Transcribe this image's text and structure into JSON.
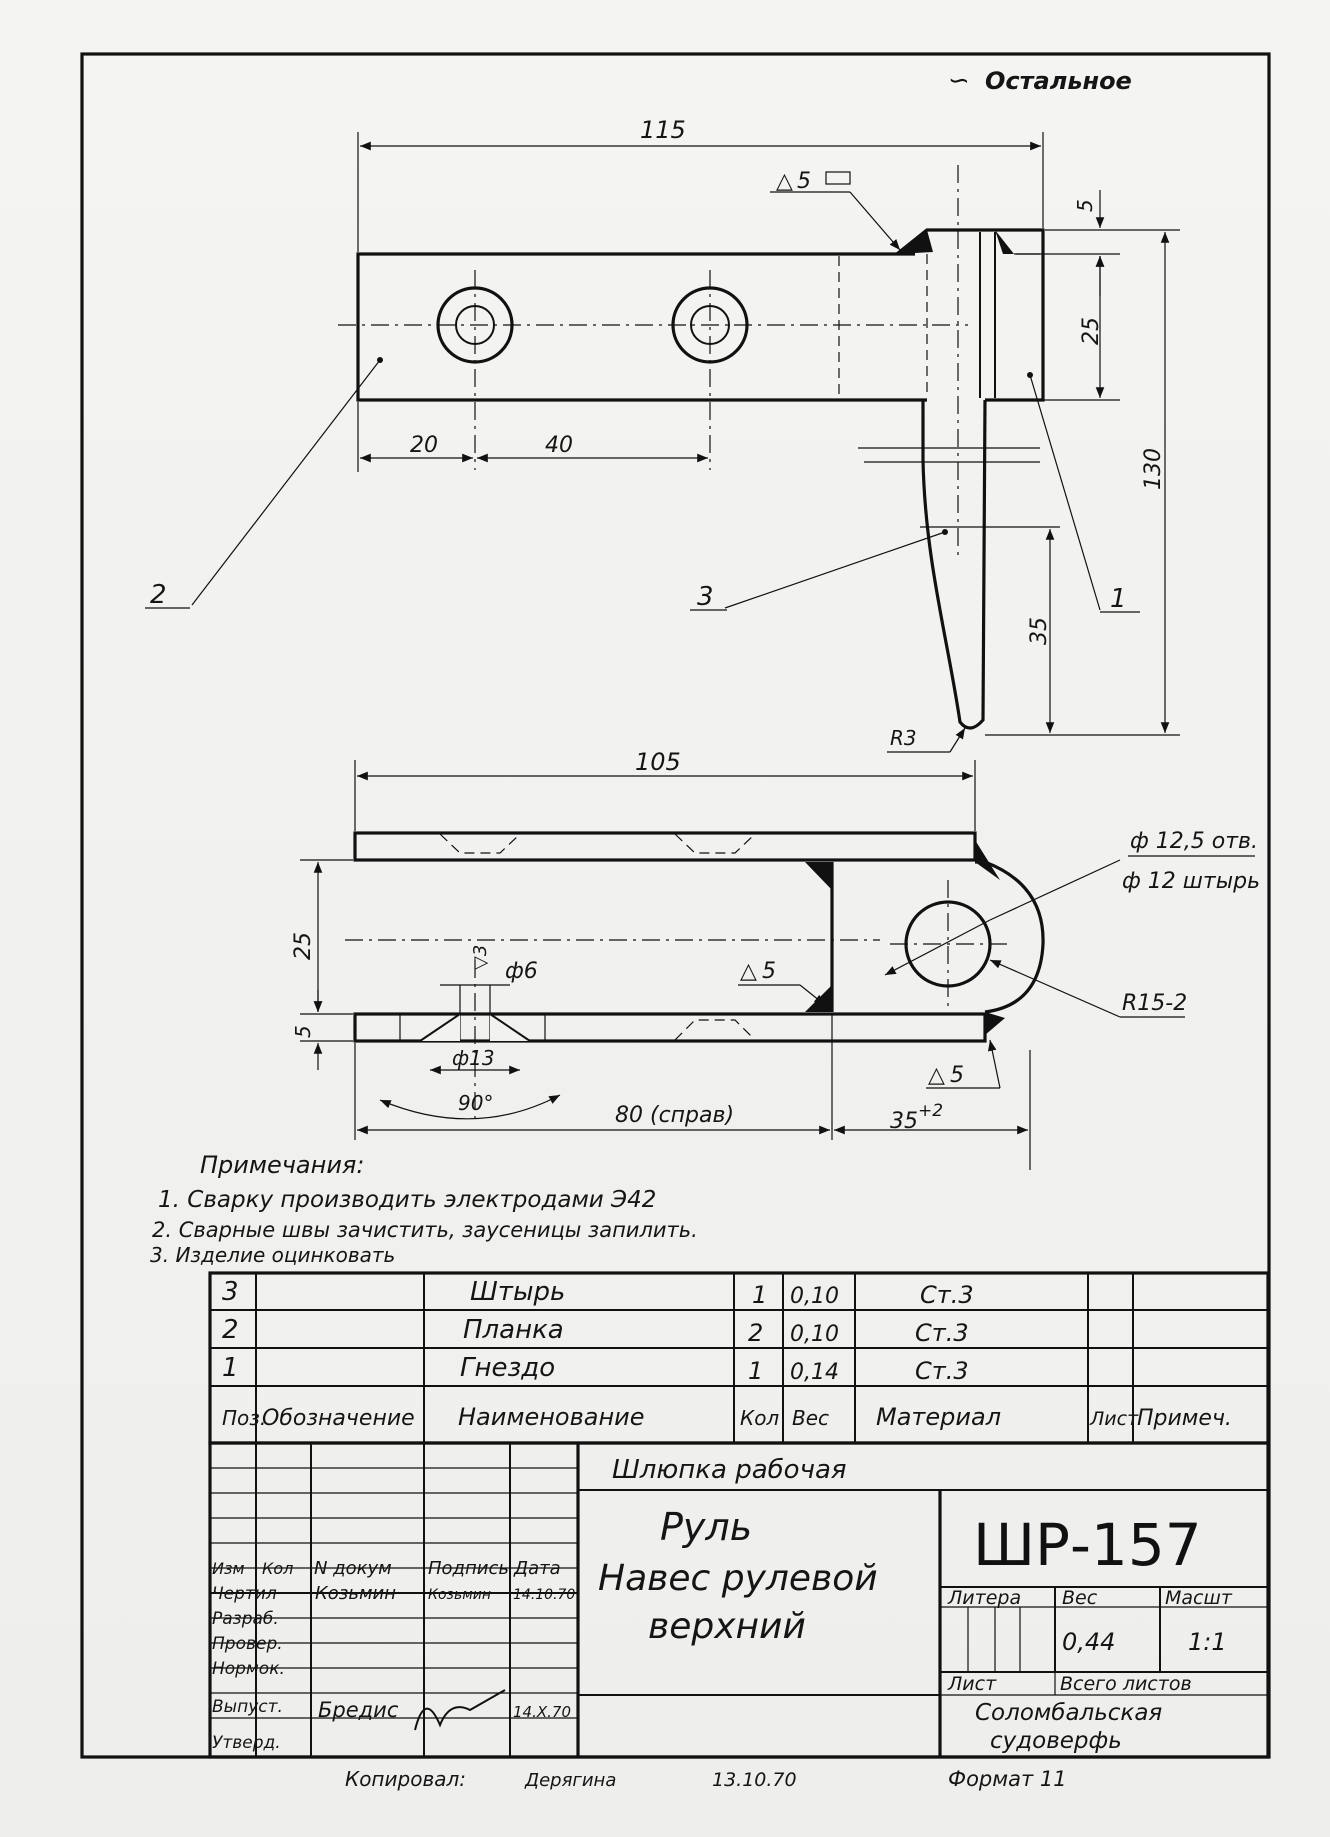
{
  "header": {
    "surface_note": "Остальное"
  },
  "top_view": {
    "dims": {
      "length": "115",
      "weld": "5",
      "flange": "25",
      "overall_height": "130",
      "hole_offset": "20",
      "hole_spacing": "40",
      "pin_length": "35"
    },
    "weld_symbol": "5",
    "radius": "R3",
    "leaders": {
      "item1": "1",
      "item2": "2",
      "item3": "3"
    }
  },
  "side_view": {
    "dims": {
      "length": "105",
      "height": "25",
      "thickness": "5",
      "countersink_depth": "3",
      "hole_small": "ф6",
      "hole_csk": "ф13",
      "angle": "90°",
      "length_right": "80 (справ)",
      "offset": "35",
      "offset_tol": "+2"
    },
    "hole_note_1": "ф 12,5 отв.",
    "hole_note_2": "ф 12 штырь",
    "radius": "R15-2",
    "weld_1": "5",
    "weld_2": "5"
  },
  "notes": {
    "title": "Примечания:",
    "items": [
      "1. Сварку производить электродами Э42",
      "2. Сварные швы зачистить, заусеницы запилить.",
      "3. Изделие оцинковать"
    ]
  },
  "bom": {
    "headers": {
      "pos": "Поз.",
      "designation": "Обозначение",
      "name": "Наименование",
      "qty": "Кол",
      "weight": "Вес",
      "material": "Материал",
      "sheet": "Лист",
      "remark": "Примеч."
    },
    "rows": [
      {
        "pos": "3",
        "name": "Штырь",
        "qty": "1",
        "weight": "0,10",
        "material": "Ст.3"
      },
      {
        "pos": "2",
        "name": "Планка",
        "qty": "2",
        "weight": "0,10",
        "material": "Ст.3"
      },
      {
        "pos": "1",
        "name": "Гнездо",
        "qty": "1",
        "weight": "0,14",
        "material": "Ст.3"
      }
    ]
  },
  "title_block": {
    "project": "Шлюпка рабочая",
    "title_line1": "Руль",
    "title_line2": "Навес рулевой",
    "title_line3": "верхний",
    "code": "ШР-157",
    "hdr": {
      "izm": "Изм",
      "kol": "Кол",
      "ndoc": "N докум",
      "sign": "Подпись",
      "date": "Дата"
    },
    "roles": [
      "Чертил",
      "Разраб.",
      "Провер.",
      "Нормок.",
      "Выпуст.",
      "Утверд."
    ],
    "drawn_by": "Козьмин",
    "drawn_sign": "Козьмин",
    "drawn_date": "14.10.70",
    "released_by": "Бредис",
    "released_date": "14.X.70",
    "litera_label": "Литера",
    "weight_label": "Вес",
    "scale_label": "Масшт",
    "weight": "0,44",
    "scale": "1:1",
    "sheet_label": "Лист",
    "sheets_label": "Всего листов",
    "org_line1": "Соломбальская",
    "org_line2": "судоверфь"
  },
  "footer": {
    "copied_label": "Копировал:",
    "copied_by": "Дерягина",
    "copied_date": "13.10.70",
    "format": "Формат 11"
  }
}
